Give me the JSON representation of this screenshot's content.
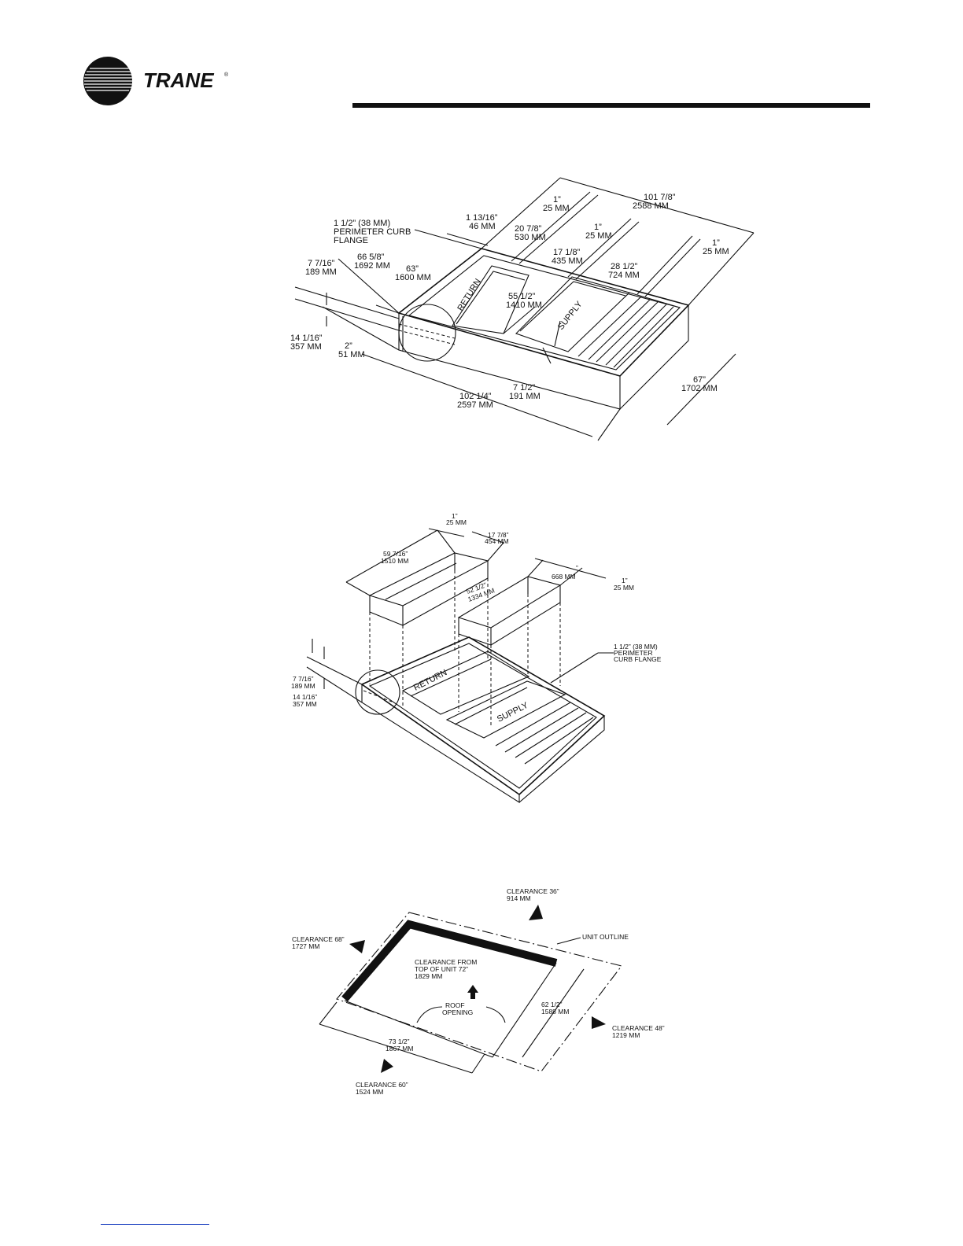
{
  "brand": {
    "name": "TRANE",
    "mark": "®"
  },
  "figure1": {
    "dims": {
      "d_101": "101 7/8”",
      "d_101mm": "2588 MM",
      "d_1a": "1”",
      "d_1amm": "25 MM",
      "d_113": "1 13/16”",
      "d_113mm": "46 MM",
      "d_207": "20 7/8”",
      "d_207mm": "530 MM",
      "d_1b": "1”",
      "d_1bmm": "25 MM",
      "d_171": "17 1/8”",
      "d_171mm": "435 MM",
      "d_1c": "1”",
      "d_1cmm": "25 MM",
      "d_285": "28 1/2”",
      "d_285mm": "724 MM",
      "flange1": "1 1/2” (38 MM)",
      "flange2": "PERIMETER CURB",
      "flange3": "FLANGE",
      "d_77": "7 7/16”",
      "d_77mm": "189 MM",
      "d_665": "66 5/8”",
      "d_665mm": "1692 MM",
      "d_63": "63”",
      "d_63mm": "1600 MM",
      "d_555": "55 1/2”",
      "d_555mm": "1410 MM",
      "d_141": "14 1/16”",
      "d_141mm": "357 MM",
      "d_2": "2”",
      "d_2mm": "51 MM",
      "d_75": "7 1/2”",
      "d_75mm": "191 MM",
      "d_1024": "102 1/4”",
      "d_1024mm": "2597 MM",
      "d_67": "67”",
      "d_67mm": "1702 MM"
    },
    "return_label": "RETURN",
    "supply_label": "SUPPLY"
  },
  "figure2": {
    "dims": {
      "d_1": "1”",
      "d_1mm": "25 MM",
      "d_177": "17 7/8”",
      "d_177mm": "454 MM",
      "d_597": "59 7/16”",
      "d_597mm": "1510 MM",
      "d_668": "668 MM",
      "d_668q": "”",
      "d_1r": "1”",
      "d_1rmm": "25 MM",
      "d_525": "52 1/2”",
      "d_525mm": "1334 MM",
      "flange1": "1 1/2” (38 MM)",
      "flange2": "PERIMETER",
      "flange3": "CURB FLANGE",
      "d_77": "7 7/16”",
      "d_77mm": "189 MM",
      "d_141": "14 1/16”",
      "d_141mm": "357 MM"
    },
    "return_label": "RETURN",
    "supply_label": "SUPPLY"
  },
  "figure3": {
    "clear_top": "CLEARANCE 36”",
    "clear_top_mm": "914 MM",
    "unit_outline": "UNIT OUTLINE",
    "clear_left": "CLEARANCE 68”",
    "clear_left_mm": "1727 MM",
    "clear_from1": "CLEARANCE FROM",
    "clear_from2": "TOP OF UNIT 72”",
    "clear_from3": "1829 MM",
    "roof1": "ROOF",
    "roof2": "OPENING",
    "d_625": "62 1/2”",
    "d_625mm": "1588 MM",
    "clear_right": "CLEARANCE 48”",
    "clear_right_mm": "1219 MM",
    "d_735": "73 1/2”",
    "d_735mm": "1867 MM",
    "clear_bottom": "CLEARANCE 60”",
    "clear_bottom_mm": "1524 MM"
  }
}
